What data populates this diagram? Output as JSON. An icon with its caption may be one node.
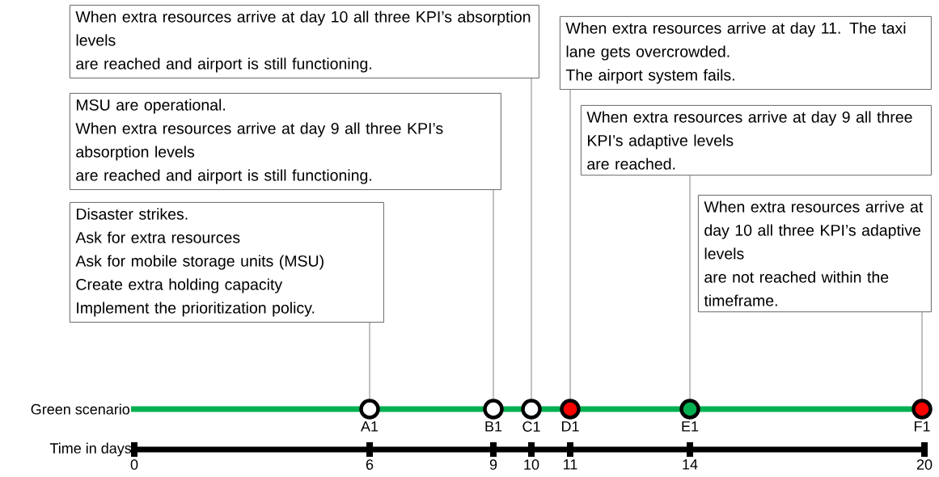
{
  "diagram": {
    "nodes": [
      {
        "text": [
          "When extra resources arrive at day 10 all three KPI’s absorption levels",
          "are reached and airport is still functioning."
        ]
      },
      {
        "text": [
          "MSU are operational.",
          "When extra resources arrive at day 9 all three KPI’s absorption levels",
          "are reached and airport is still functioning."
        ]
      },
      {
        "text": [
          "Disaster strikes.",
          "Ask for extra resources",
          "Ask for mobile storage units (MSU)",
          "Create extra holding capacity",
          "Implement the prioritization policy."
        ]
      },
      {
        "text": [
          "When extra resources arrive at day 11. The taxi lane gets overcrowded.",
          "The airport system fails."
        ]
      },
      {
        "text": [
          "When extra resources arrive at day 9 all three KPI’s adaptive levels",
          "are reached."
        ]
      },
      {
        "text": [
          "When extra resources arrive at day 10 all three KPI’s adaptive levels",
          "are not reached within the timeframe."
        ]
      },
      {
        "text": [],
        "shape": "circle",
        "beside": [
          "A1"
        ]
      },
      {
        "text": [],
        "shape": "circle",
        "beside": [
          "B1"
        ]
      },
      {
        "text": [],
        "shape": "circle",
        "beside": [
          "C1"
        ]
      },
      {
        "text": [],
        "shape": "circle",
        "beside": [
          "D1"
        ]
      },
      {
        "text": [],
        "shape": "circle",
        "beside": [
          "E1"
        ]
      },
      {
        "text": [],
        "shape": "circle",
        "beside": [
          "F1"
        ]
      }
    ],
    "edges": [
      {
        "from": 0,
        "to": 8,
        "arrow": "none"
      },
      {
        "from": 1,
        "to": 7,
        "arrow": "none"
      },
      {
        "from": 2,
        "to": 6,
        "arrow": "none"
      },
      {
        "from": 3,
        "to": 9,
        "arrow": "none"
      },
      {
        "from": 4,
        "to": 10,
        "arrow": "none"
      },
      {
        "from": 5,
        "to": 11,
        "arrow": "none"
      }
    ],
    "labels": [
      "Green scenario",
      "Time in days",
      "0",
      "6",
      "9",
      "10",
      "11",
      "14",
      "20"
    ]
  }
}
